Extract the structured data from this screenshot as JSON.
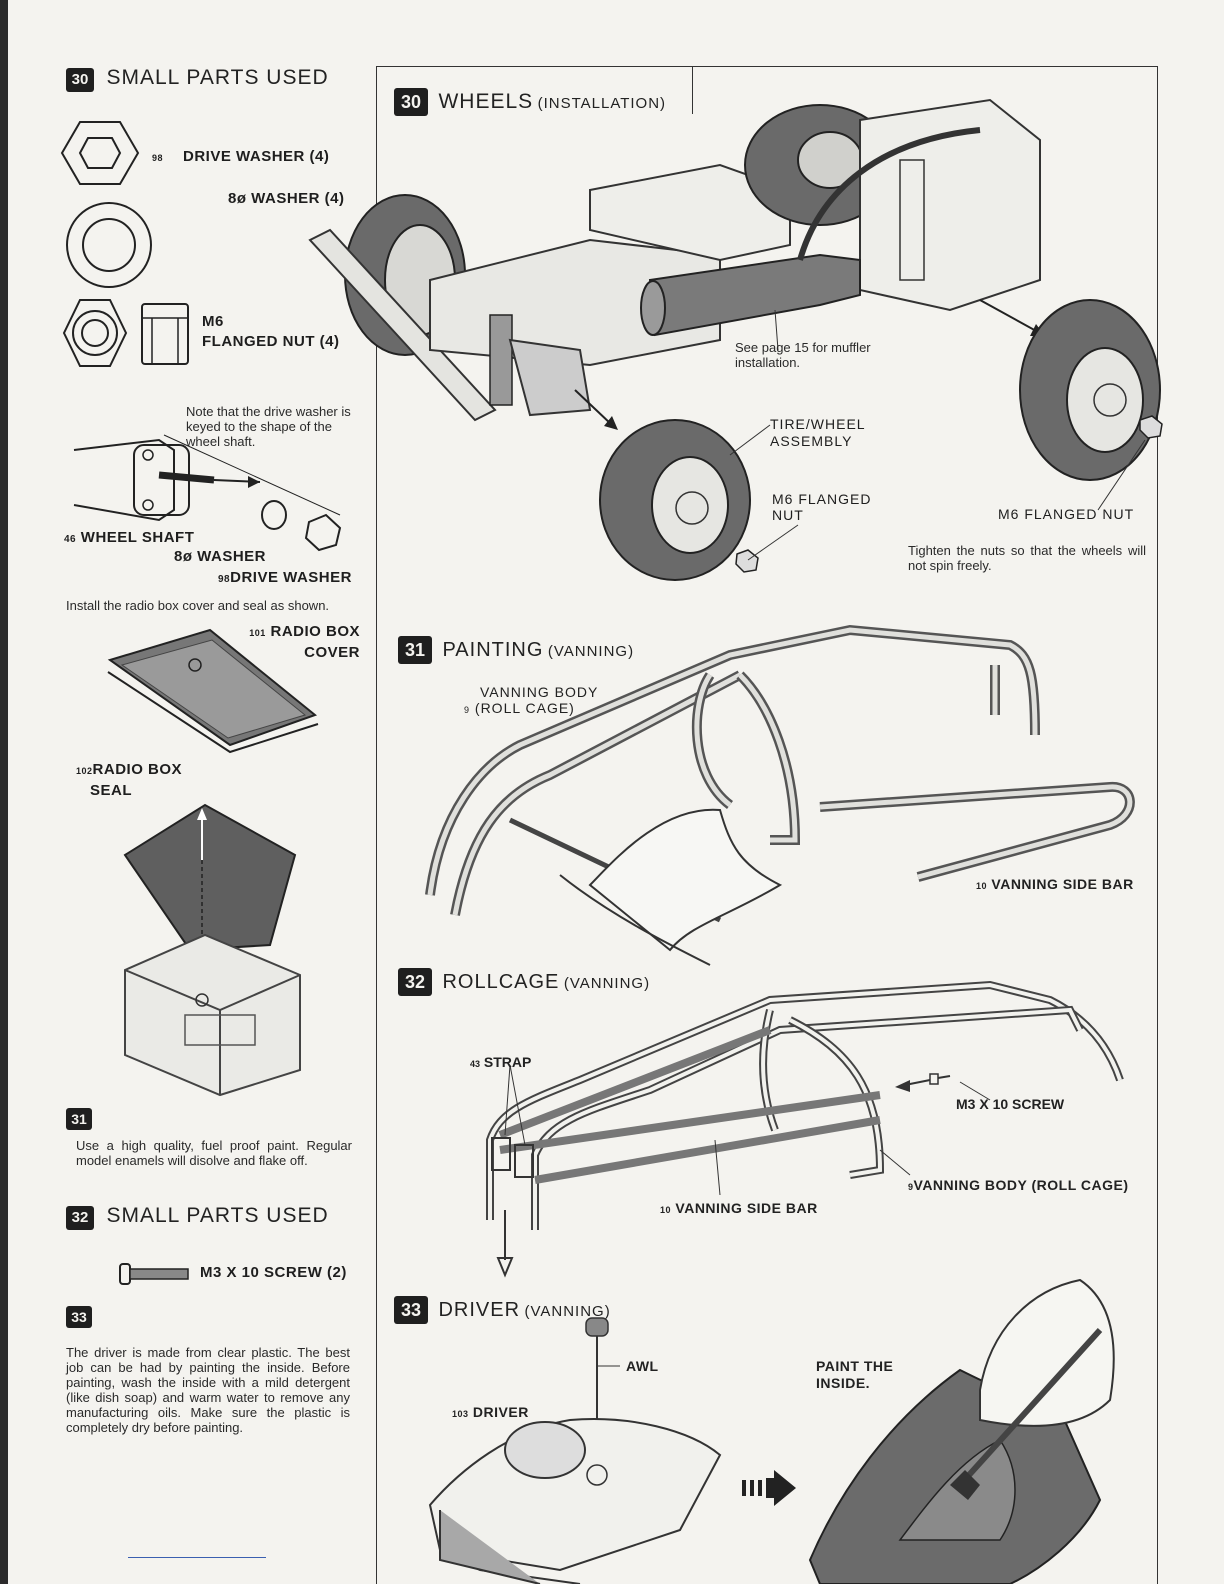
{
  "left": {
    "sec30": {
      "badge": "30",
      "title": "SMALL PARTS USED"
    },
    "parts30": [
      {
        "num": "98",
        "label": "DRIVE WASHER (4)"
      },
      {
        "num": "",
        "label": "8ø WASHER (4)"
      },
      {
        "num": "",
        "label_line1": "M6",
        "label_line2": "FLANGED NUT (4)"
      }
    ],
    "shaft_note": "Note that the drive washer is keyed to the shape of the wheel shaft.",
    "shaft_labels": {
      "wheel_shaft_num": "46",
      "wheel_shaft": "WHEEL SHAFT",
      "washer": "8ø WASHER",
      "drive_washer_num": "98",
      "drive_washer": "DRIVE WASHER"
    },
    "radio_note": "Install the radio box cover and seal as shown.",
    "radio_cover": {
      "num": "101",
      "line1": "RADIO BOX",
      "line2": "COVER"
    },
    "radio_seal": {
      "num": "102",
      "line1": "RADIO BOX",
      "line2": "SEAL"
    },
    "sec31": {
      "badge": "31",
      "note": "Use a high quality, fuel proof paint. Regular model enamels will disolve and flake off."
    },
    "sec32": {
      "badge": "32",
      "title": "SMALL PARTS USED",
      "part": "M3 X 10 SCREW (2)"
    },
    "sec33": {
      "badge": "33",
      "note": "The driver is made from clear plastic. The best job can be had by painting the inside. Before painting, wash the inside with a mild detergent (like dish soap) and warm water to remove any manufacturing oils. Make sure the plastic is completely dry before painting."
    }
  },
  "right": {
    "step30": {
      "badge": "30",
      "title": "WHEELS",
      "sub": "(INSTALLATION)",
      "muffler_note": "See page 15 for muffler installation.",
      "tire_line1": "TIRE/WHEEL",
      "tire_line2": "ASSEMBLY",
      "nut_line1": "M6 FLANGED",
      "nut_line2": "NUT",
      "nut_right": "M6 FLANGED NUT",
      "tighten_note": "Tighten the nuts so that the wheels will not spin freely."
    },
    "step31": {
      "badge": "31",
      "title": "PAINTING",
      "sub": "(VANNING)",
      "body_line1": "VANNING BODY",
      "body_num": "9",
      "body_line2": "(ROLL CAGE)",
      "side_num": "10",
      "side_bar": "VANNING SIDE BAR"
    },
    "step32": {
      "badge": "32",
      "title": "ROLLCAGE",
      "sub": "(VANNING)",
      "strap_num": "43",
      "strap": "STRAP",
      "screw": "M3 X 10 SCREW",
      "body_num": "9",
      "body": "VANNING BODY (ROLL CAGE)",
      "side_num": "10",
      "side_bar": "VANNING SIDE BAR"
    },
    "step33": {
      "badge": "33",
      "title": "DRIVER",
      "sub": "(VANNING)",
      "awl": "AWL",
      "driver_num": "103",
      "driver": "DRIVER",
      "paint_line1": "PAINT THE",
      "paint_line2": "INSIDE."
    }
  },
  "colors": {
    "paper": "#f4f3ef",
    "ink": "#1f1f1f",
    "line": "#333333"
  }
}
